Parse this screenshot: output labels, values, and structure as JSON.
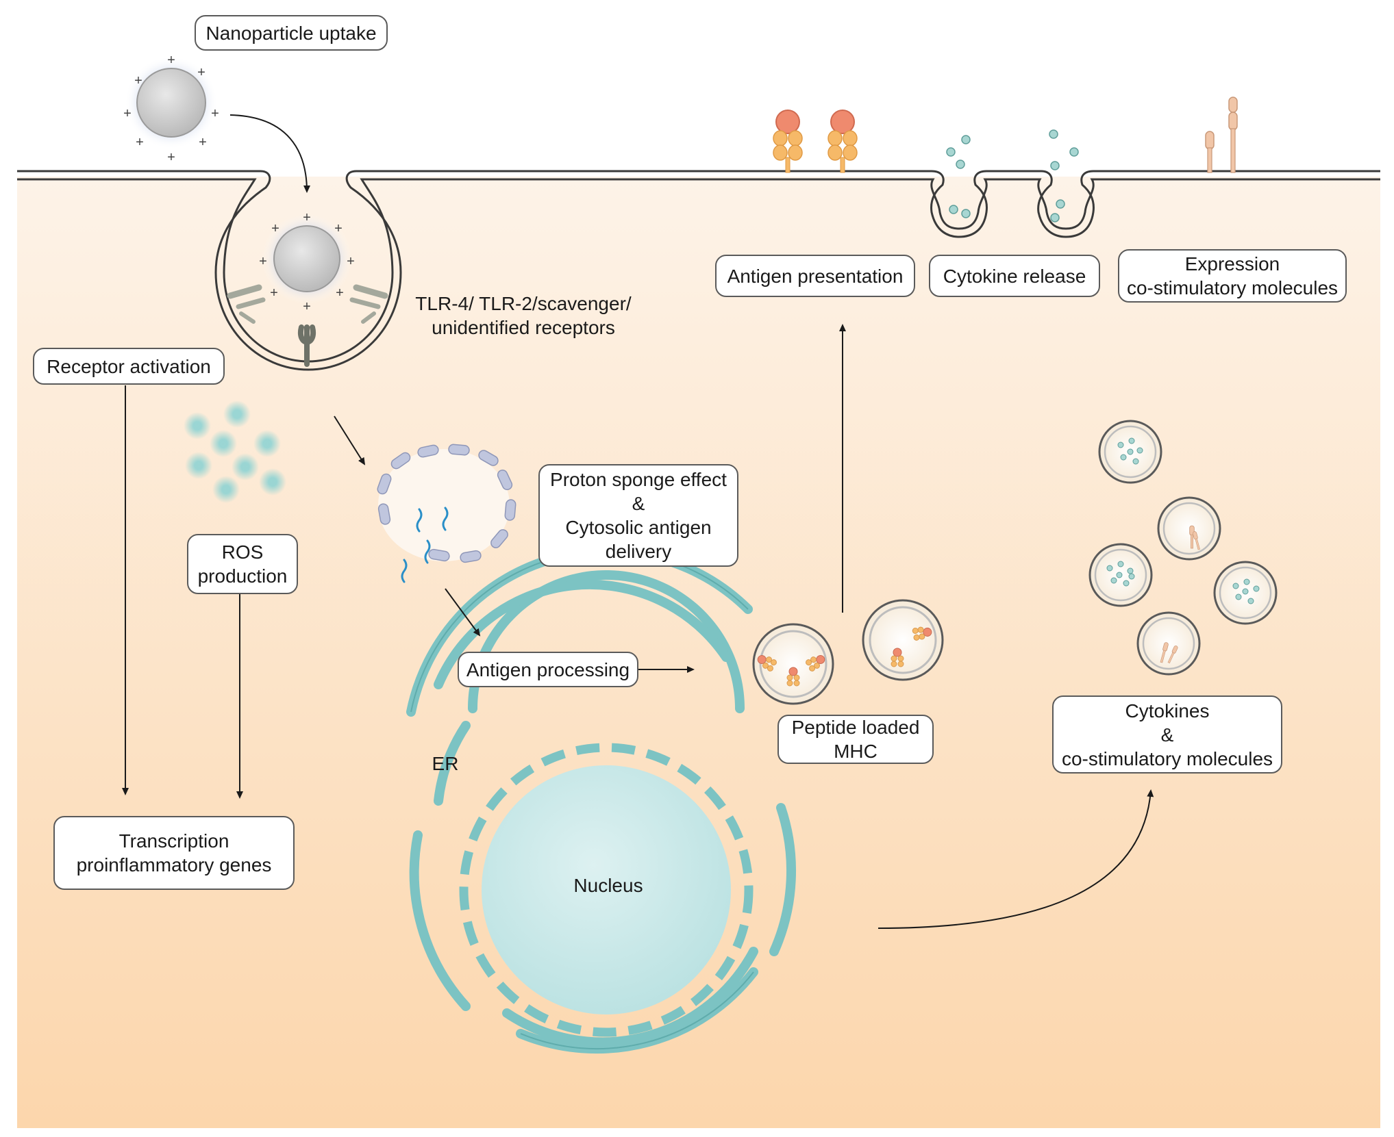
{
  "labels": {
    "nanoparticle_uptake": "Nanoparticle uptake",
    "receptors": [
      "TLR-4/ TLR-2/scavenger/",
      "unidentified receptors"
    ],
    "receptor_activation": "Receptor activation",
    "ros_production": [
      "ROS",
      "production"
    ],
    "transcription": [
      "Transcription",
      "proinflammatory genes"
    ],
    "proton_sponge": [
      "Proton sponge effect",
      "&",
      "Cytosolic antigen",
      "delivery"
    ],
    "antigen_processing": "Antigen processing",
    "antigen_presentation": "Antigen presentation",
    "cytokine_release": "Cytokine release",
    "expression": [
      "Expression",
      "co-stimulatory molecules"
    ],
    "peptide_loaded_mhc": [
      "Peptide loaded",
      "MHC"
    ],
    "cytokines_costim": [
      "Cytokines",
      "&",
      "co-stimulatory molecules"
    ],
    "er": "ER",
    "nucleus": "Nucleus"
  },
  "charge_sign": "+",
  "colors": {
    "cytoplasm_top": "#fdf1e4",
    "cytoplasm_bottom": "#fcd9b2",
    "membrane": "#3a3a3a",
    "nanoparticle": "#c8c8c8",
    "nucleus": "#cfeaea",
    "er": "#7cc3c3",
    "mhc_peptide": "#ef8a6e",
    "mhc_body": "#f6b968",
    "cytokine": "#9fd0cc",
    "receptor": "#a4a89c",
    "vesicle_dash": "#b6bcd6",
    "dna": "#2a8fc8"
  },
  "icons": [
    "nanoparticle-icon",
    "receptor-icon",
    "endosome-icon",
    "mhc-icon",
    "cytokine-icon",
    "costimulatory-molecule-icon",
    "vesicle-icon",
    "nucleus-icon",
    "er-icon"
  ]
}
